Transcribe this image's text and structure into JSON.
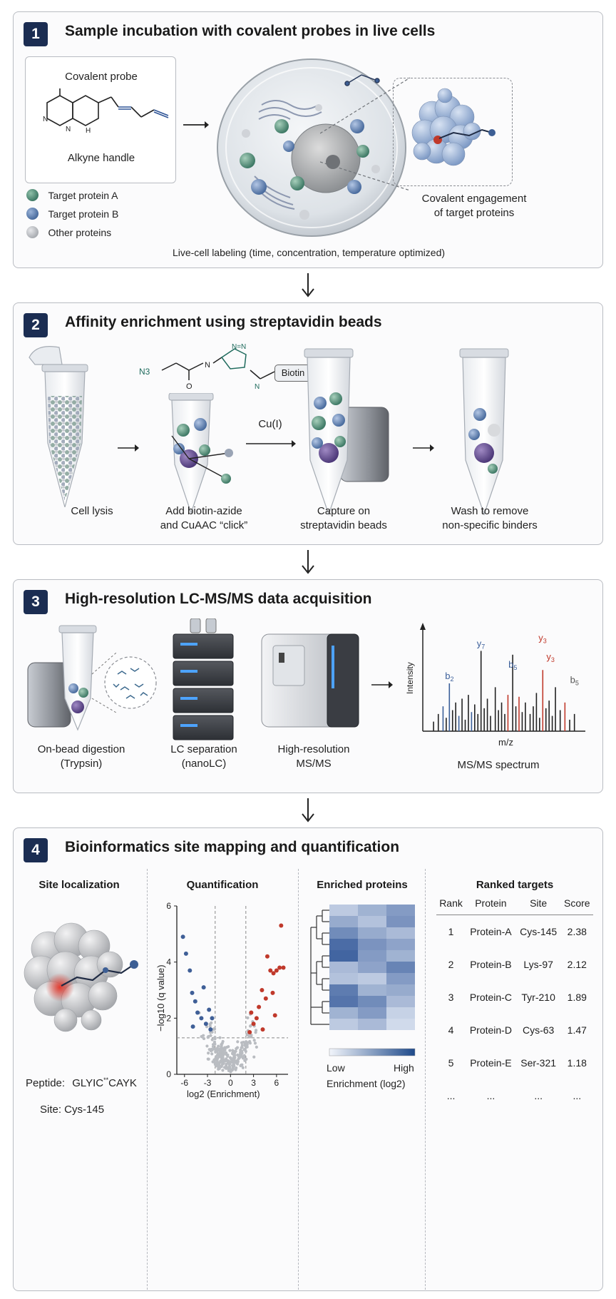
{
  "panels": [
    {
      "number": "1",
      "title": "Sample incubation with covalent probes in live cells"
    },
    {
      "number": "2",
      "title": "Affinity enrichment using streptavidin beads"
    },
    {
      "number": "3",
      "title": "High-resolution LC-MS/MS data acquisition"
    },
    {
      "number": "4",
      "title": "Bioinformatics site mapping and quantification"
    }
  ],
  "p1": {
    "probe_label": "Covalent probe",
    "handle_label": "Alkyne handle",
    "legend": [
      {
        "label": "Target protein A",
        "color": "#3f7a66"
      },
      {
        "label": "Target protein B",
        "color": "#4a6c9e"
      },
      {
        "label": "Other proteins",
        "color": "#a9acb1"
      }
    ],
    "engagement_label_1": "Covalent engagement",
    "engagement_label_2": "of target proteins",
    "caption": "Live-cell labeling (time, concentration, temperature optimized)"
  },
  "p2": {
    "steps": [
      {
        "line1": "Cell lysis",
        "line2": ""
      },
      {
        "line1": "Add biotin-azide",
        "line2": "and CuAAC “click”"
      },
      {
        "line1": "Capture on",
        "line2": "streptavidin beads"
      },
      {
        "line1": "Wash to remove",
        "line2": "non-specific binders"
      }
    ],
    "catalyst": "Cu(I)",
    "biotin_tag": "Biotin",
    "n3_label": "N3",
    "triazole_n": "N=N",
    "n_label": "N"
  },
  "p3": {
    "steps": [
      {
        "line1": "On-bead digestion",
        "line2": "(Trypsin)"
      },
      {
        "line1": "LC separation",
        "line2": "(nanoLC)"
      },
      {
        "line1": "High-resolution",
        "line2": "MS/MS"
      },
      {
        "line1": "MS/MS spectrum",
        "line2": ""
      }
    ],
    "spectrum": {
      "ylabel": "Intensity",
      "xlabel": "m/z",
      "ions": [
        {
          "label": "b2",
          "base": "b",
          "sub": "2",
          "color": "#3b5f9a"
        },
        {
          "label": "y7",
          "base": "y",
          "sub": "7",
          "color": "#3b5f9a"
        },
        {
          "label": "b5",
          "base": "b",
          "sub": "5",
          "color": "#3b5f9a"
        },
        {
          "label": "y3",
          "base": "y",
          "sub": "3",
          "color": "#c0392b"
        },
        {
          "label": "y3",
          "base": "y",
          "sub": "3",
          "color": "#c0392b"
        },
        {
          "label": "b5",
          "base": "b",
          "sub": "5",
          "color": "#555555"
        }
      ]
    }
  },
  "p4": {
    "site_heading": "Site localization",
    "quant_heading": "Quantification",
    "enriched_heading": "Enriched proteins",
    "ranked_heading": "Ranked targets",
    "peptide_label": "Peptide:",
    "peptide_pre": "GLYIC",
    "peptide_mark": "**",
    "peptide_post": "CAYK",
    "site_label": "Site: Cys-145",
    "heatmap_low": "Low",
    "heatmap_high": "High",
    "heatmap_caption": "Enrichment (log2)",
    "table": {
      "headers": [
        "Rank",
        "Protein",
        "Site",
        "Score"
      ],
      "rows": [
        [
          "1",
          "Protein-A",
          "Cys-145",
          "2.38"
        ],
        [
          "2",
          "Protein-B",
          "Lys-97",
          "2.12"
        ],
        [
          "3",
          "Protein-C",
          "Tyr-210",
          "1.89"
        ],
        [
          "4",
          "Protein-D",
          "Cys-63",
          "1.47"
        ],
        [
          "5",
          "Protein-E",
          "Ser-321",
          "1.18"
        ],
        [
          "...",
          "...",
          "...",
          "..."
        ]
      ]
    }
  },
  "chart_data": [
    {
      "type": "scatter",
      "title": "Quantification",
      "xlabel": "log2 (Enrichment)",
      "ylabel": "−log10 (q value)",
      "xlim": [
        -7,
        7.5
      ],
      "ylim": [
        0,
        6
      ],
      "xticks": [
        -6,
        -3,
        0,
        3,
        6
      ],
      "yticks": [
        0,
        2,
        4,
        6
      ],
      "thresholds": {
        "x": [
          -2,
          2
        ],
        "y": 1.3
      },
      "grid": false,
      "series": [
        {
          "color": "#3f5f97",
          "points": [
            [
              -6.2,
              4.9
            ],
            [
              -5.8,
              4.3
            ],
            [
              -5.3,
              3.7
            ],
            [
              -5.0,
              2.9
            ],
            [
              -4.6,
              2.6
            ],
            [
              -4.3,
              2.2
            ],
            [
              -3.8,
              2.0
            ],
            [
              -3.5,
              3.1
            ],
            [
              -3.2,
              1.8
            ],
            [
              -2.8,
              2.3
            ],
            [
              -2.6,
              1.6
            ],
            [
              -2.4,
              2.0
            ],
            [
              -4.9,
              1.7
            ]
          ]
        },
        {
          "color": "#c0392b",
          "points": [
            [
              6.6,
              5.3
            ],
            [
              6.9,
              3.8
            ],
            [
              6.4,
              3.8
            ],
            [
              6.0,
              3.7
            ],
            [
              5.6,
              3.6
            ],
            [
              5.2,
              3.7
            ],
            [
              4.8,
              4.2
            ],
            [
              5.5,
              2.9
            ],
            [
              4.6,
              2.7
            ],
            [
              4.1,
              3.0
            ],
            [
              3.7,
              2.4
            ],
            [
              3.4,
              2.0
            ],
            [
              3.0,
              1.8
            ],
            [
              2.7,
              2.2
            ],
            [
              5.8,
              2.1
            ],
            [
              4.2,
              1.6
            ],
            [
              2.5,
              1.5
            ]
          ]
        }
      ]
    },
    {
      "type": "heatmap",
      "title": "Enriched proteins",
      "columns": 3,
      "values": [
        [
          0.25,
          0.4,
          0.55
        ],
        [
          0.45,
          0.3,
          0.6
        ],
        [
          0.65,
          0.45,
          0.35
        ],
        [
          0.85,
          0.6,
          0.5
        ],
        [
          0.9,
          0.55,
          0.4
        ],
        [
          0.35,
          0.5,
          0.7
        ],
        [
          0.3,
          0.25,
          0.55
        ],
        [
          0.75,
          0.4,
          0.45
        ],
        [
          0.8,
          0.65,
          0.35
        ],
        [
          0.4,
          0.55,
          0.2
        ],
        [
          0.25,
          0.35,
          0.15
        ]
      ],
      "colorbar": {
        "low": "Low",
        "high": "High",
        "label": "Enrichment (log2)"
      }
    },
    {
      "type": "bar",
      "title": "MS/MS spectrum",
      "xlabel": "m/z",
      "ylabel": "Intensity",
      "peaks": [
        {
          "x": 0.05,
          "y": 0.1,
          "c": "k"
        },
        {
          "x": 0.08,
          "y": 0.18,
          "c": "k"
        },
        {
          "x": 0.11,
          "y": 0.26,
          "c": "b"
        },
        {
          "x": 0.13,
          "y": 0.14,
          "c": "k"
        },
        {
          "x": 0.15,
          "y": 0.5,
          "c": "b"
        },
        {
          "x": 0.17,
          "y": 0.22,
          "c": "k"
        },
        {
          "x": 0.19,
          "y": 0.3,
          "c": "k"
        },
        {
          "x": 0.21,
          "y": 0.16,
          "c": "b"
        },
        {
          "x": 0.23,
          "y": 0.34,
          "c": "k"
        },
        {
          "x": 0.25,
          "y": 0.12,
          "c": "k"
        },
        {
          "x": 0.27,
          "y": 0.38,
          "c": "k"
        },
        {
          "x": 0.29,
          "y": 0.2,
          "c": "b"
        },
        {
          "x": 0.31,
          "y": 0.28,
          "c": "k"
        },
        {
          "x": 0.33,
          "y": 0.18,
          "c": "k"
        },
        {
          "x": 0.35,
          "y": 0.84,
          "c": "k"
        },
        {
          "x": 0.37,
          "y": 0.24,
          "c": "k"
        },
        {
          "x": 0.39,
          "y": 0.34,
          "c": "k"
        },
        {
          "x": 0.41,
          "y": 0.16,
          "c": "k"
        },
        {
          "x": 0.44,
          "y": 0.46,
          "c": "k"
        },
        {
          "x": 0.46,
          "y": 0.22,
          "c": "k"
        },
        {
          "x": 0.48,
          "y": 0.3,
          "c": "k"
        },
        {
          "x": 0.5,
          "y": 0.18,
          "c": "k"
        },
        {
          "x": 0.52,
          "y": 0.38,
          "c": "r"
        },
        {
          "x": 0.55,
          "y": 0.8,
          "c": "k"
        },
        {
          "x": 0.57,
          "y": 0.26,
          "c": "k"
        },
        {
          "x": 0.59,
          "y": 0.36,
          "c": "r"
        },
        {
          "x": 0.61,
          "y": 0.2,
          "c": "k"
        },
        {
          "x": 0.63,
          "y": 0.3,
          "c": "k"
        },
        {
          "x": 0.66,
          "y": 0.18,
          "c": "k"
        },
        {
          "x": 0.68,
          "y": 0.26,
          "c": "k"
        },
        {
          "x": 0.7,
          "y": 0.4,
          "c": "k"
        },
        {
          "x": 0.72,
          "y": 0.14,
          "c": "k"
        },
        {
          "x": 0.74,
          "y": 0.64,
          "c": "r"
        },
        {
          "x": 0.76,
          "y": 0.24,
          "c": "k"
        },
        {
          "x": 0.78,
          "y": 0.32,
          "c": "k"
        },
        {
          "x": 0.8,
          "y": 0.16,
          "c": "k"
        },
        {
          "x": 0.82,
          "y": 0.46,
          "c": "k"
        },
        {
          "x": 0.85,
          "y": 0.22,
          "c": "k"
        },
        {
          "x": 0.88,
          "y": 0.3,
          "c": "r"
        },
        {
          "x": 0.91,
          "y": 0.12,
          "c": "k"
        },
        {
          "x": 0.94,
          "y": 0.18,
          "c": "k"
        }
      ]
    }
  ]
}
